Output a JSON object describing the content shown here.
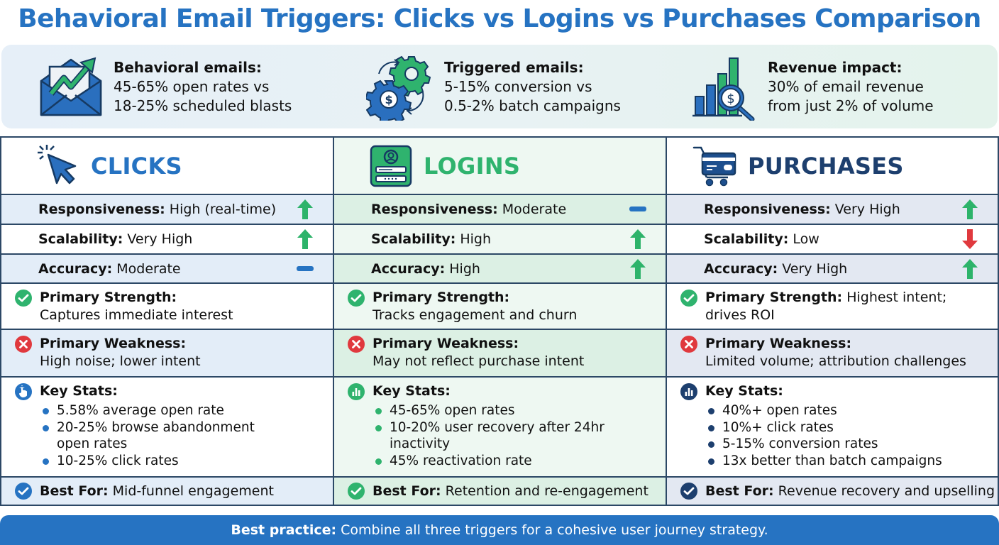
{
  "title": "Behavioral Email Triggers: Clicks vs Logins vs Purchases Comparison",
  "colors": {
    "title_blue": "#2673c2",
    "clicks_blue": "#2673c2",
    "logins_green": "#2fb36e",
    "purchases_navy": "#1d3f6e",
    "up_arrow": "#2db36a",
    "down_arrow": "#e0393e",
    "neutral_dash": "#2673c2",
    "check_green": "#2fb36e",
    "x_red": "#e0393e",
    "footer_bg": "#2673c2"
  },
  "summary": [
    {
      "icon": "envelope-growth-icon",
      "label": "Behavioral emails:",
      "line1": "45-65% open rates vs",
      "line2": "18-25% scheduled blasts"
    },
    {
      "icon": "gears-dollar-icon",
      "label": "Triggered emails:",
      "line1": "5-15% conversion vs",
      "line2": "0.5-2% batch campaigns"
    },
    {
      "icon": "bar-chart-magnifier-icon",
      "label": "Revenue impact:",
      "line1": "30% of email revenue",
      "line2": "from just 2% of volume"
    }
  ],
  "columns": [
    {
      "key": "clicks",
      "title": "CLICKS",
      "icon": "cursor-click-icon",
      "metrics": [
        {
          "label": "Responsiveness:",
          "value": "High (real-time)",
          "trend": "up"
        },
        {
          "label": "Scalability:",
          "value": "Very High",
          "trend": "up"
        },
        {
          "label": "Accuracy:",
          "value": "Moderate",
          "trend": "neutral"
        }
      ],
      "strength_label": "Primary Strength:",
      "strength": "Captures immediate interest",
      "weakness_label": "Primary Weakness:",
      "weakness": "High noise; lower intent",
      "stats_label": "Key Stats:",
      "stats_icon": "hand-pointer-icon",
      "stats": [
        "5.58% average open rate",
        "20-25% browse abandonment open rates",
        "10-25% click rates"
      ],
      "best_label": "Best For:",
      "best": "Mid-funnel engagement"
    },
    {
      "key": "logins",
      "title": "LOGINS",
      "icon": "login-form-icon",
      "metrics": [
        {
          "label": "Responsiveness:",
          "value": "Moderate",
          "trend": "neutral"
        },
        {
          "label": "Scalability:",
          "value": "High",
          "trend": "up"
        },
        {
          "label": "Accuracy:",
          "value": "High",
          "trend": "up"
        }
      ],
      "strength_label": "Primary Strength:",
      "strength": "Tracks engagement and churn",
      "weakness_label": "Primary Weakness:",
      "weakness": "May not reflect purchase intent",
      "stats_label": "Key Stats:",
      "stats_icon": "bar-chart-circle-icon",
      "stats": [
        "45-65% open rates",
        "10-20% user recovery after 24hr inactivity",
        "45% reactivation rate"
      ],
      "best_label": "Best For:",
      "best": "Retention and re-engagement"
    },
    {
      "key": "purchases",
      "title": "PURCHASES",
      "icon": "cart-card-icon",
      "metrics": [
        {
          "label": "Responsiveness:",
          "value": "Very High",
          "trend": "up"
        },
        {
          "label": "Scalability:",
          "value": "Low",
          "trend": "down"
        },
        {
          "label": "Accuracy:",
          "value": "Very High",
          "trend": "up"
        }
      ],
      "strength_label": "Primary Strength:",
      "strength": "Highest intent; drives ROI",
      "weakness_label": "Primary Weakness:",
      "weakness": "Limited volume; attribution challenges",
      "stats_label": "Key Stats:",
      "stats_icon": "bar-chart-circle-icon",
      "stats": [
        "40%+ open rates",
        "10%+ click rates",
        "5-15% conversion rates",
        "13x better than batch campaigns"
      ],
      "best_label": "Best For:",
      "best": "Revenue recovery and upselling"
    }
  ],
  "footer": {
    "label": "Best practice:",
    "text": "Combine all three triggers for a cohesive user journey strategy."
  }
}
